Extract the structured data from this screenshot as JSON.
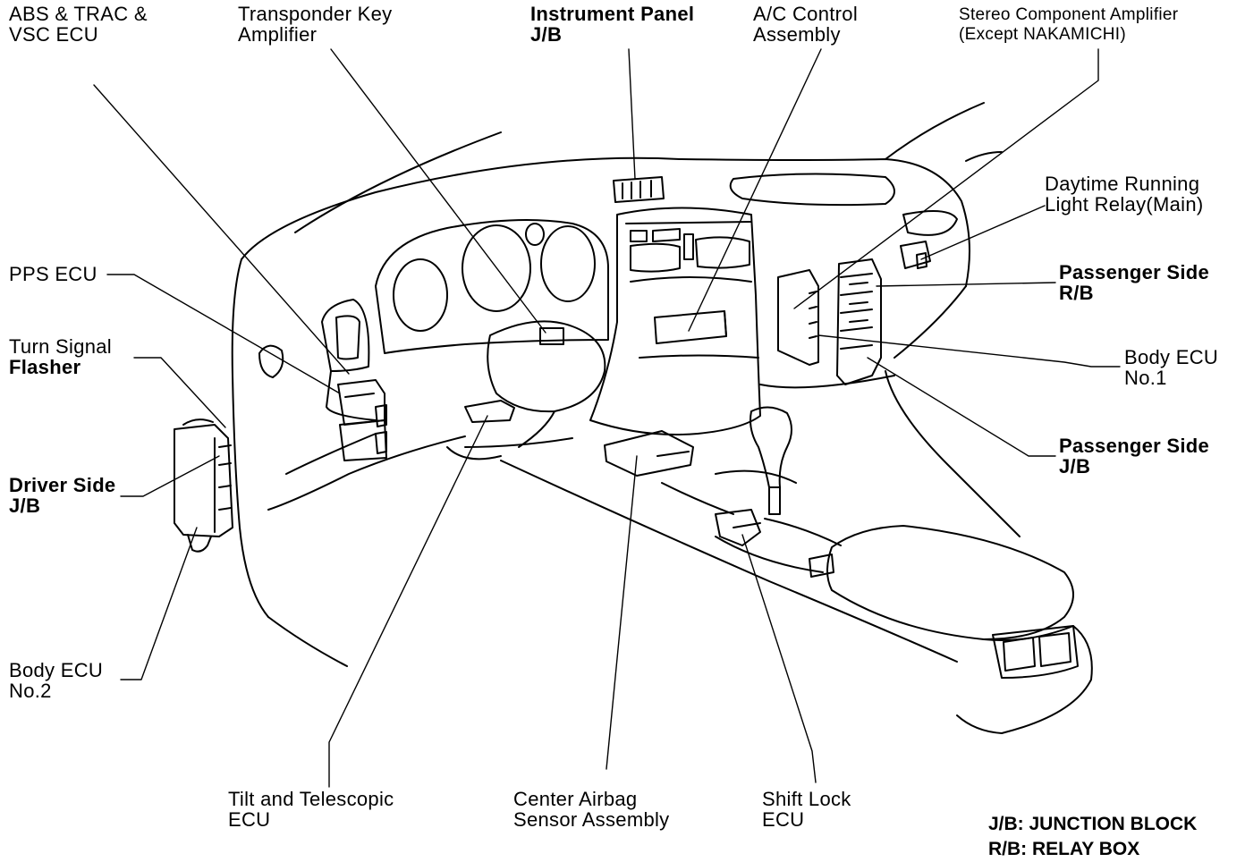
{
  "labels": {
    "abs_trac_vsc": [
      "ABS & TRAC &",
      "VSC ECU"
    ],
    "transponder": [
      "Transponder Key",
      "Amplifier"
    ],
    "instrument_panel_jb": [
      "Instrument Panel",
      "J/B"
    ],
    "ac_control": [
      "A/C Control",
      "Assembly"
    ],
    "stereo_amp": [
      "Stereo Component Amplifier",
      "(Except NAKAMICHI)"
    ],
    "drl_relay": [
      "Daytime Running",
      "Light Relay(Main)"
    ],
    "pps_ecu": [
      "PPS ECU"
    ],
    "turn_signal": [
      "Turn Signal",
      "Flasher"
    ],
    "passenger_rb": [
      "Passenger Side",
      "R/B"
    ],
    "body_ecu_1": [
      "Body ECU",
      "No.1"
    ],
    "passenger_jb": [
      "Passenger Side",
      "J/B"
    ],
    "driver_jb": [
      "Driver Side",
      "J/B"
    ],
    "body_ecu_2": [
      "Body ECU",
      "No.2"
    ],
    "tilt_telescopic": [
      "Tilt and Telescopic",
      "ECU"
    ],
    "center_airbag": [
      "Center Airbag",
      "Sensor Assembly"
    ],
    "shift_lock": [
      "Shift Lock",
      "ECU"
    ]
  },
  "legend": {
    "jb": "J/B: JUNCTION BLOCK",
    "rb": "R/B: RELAY BOX"
  }
}
